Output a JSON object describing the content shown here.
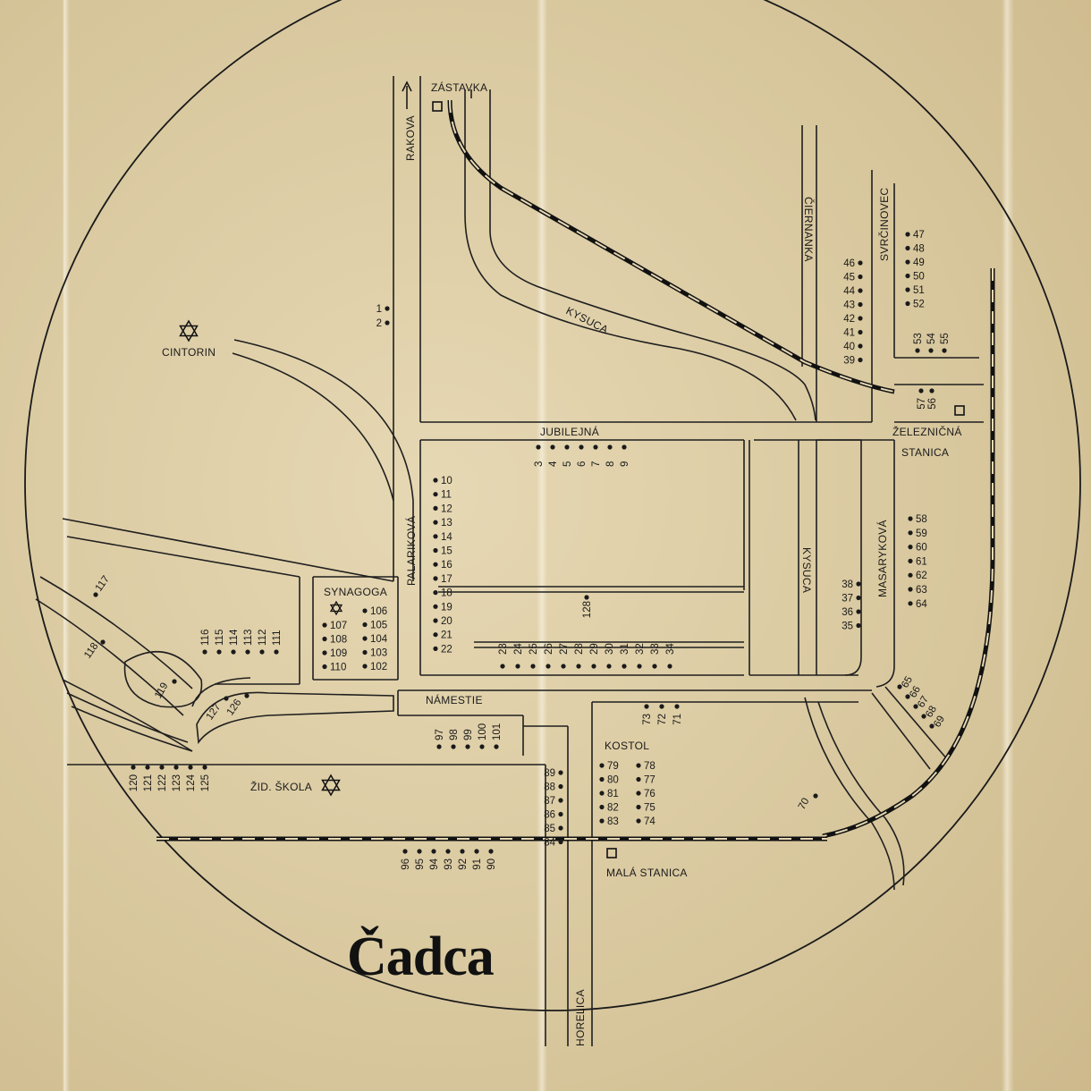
{
  "title": "Čadca",
  "labels": {
    "zastavka": "ZÁSTAVKA",
    "rakova": "RAKOVA",
    "kysuca_upper": "KYSUCA",
    "kysuca_lower": "KYSUCA",
    "ciernanka": "ČIERNANKA",
    "svrcinovec": "SVRČINOVEC",
    "cintorin": "CINTORIN",
    "jubilejna": "JUBILEJNÁ",
    "zeleznicna": "ŽELEZNIČNÁ",
    "stanica": "STANICA",
    "palarikova": "PALARIKOVÁ",
    "synagoga": "SYNAGOGA",
    "masarykova": "MASARYKOVÁ",
    "namestie": "NÁMESTIE",
    "kostol": "KOSTOL",
    "zid_skola": "ŽID. ŠKOLA",
    "mala_stanica": "MALÁ STANICA",
    "horelica": "HORELICA"
  },
  "colors": {
    "ink": "#1a1a1a",
    "paper": "#d9c9a0"
  },
  "markers": [
    {
      "label": "1"
    },
    {
      "label": "2"
    },
    {
      "label": "3"
    },
    {
      "label": "4"
    },
    {
      "label": "5"
    },
    {
      "label": "6"
    },
    {
      "label": "7"
    },
    {
      "label": "8"
    },
    {
      "label": "9"
    },
    {
      "label": "10"
    },
    {
      "label": "11"
    },
    {
      "label": "12"
    },
    {
      "label": "13"
    },
    {
      "label": "14"
    },
    {
      "label": "15"
    },
    {
      "label": "16"
    },
    {
      "label": "17"
    },
    {
      "label": "18"
    },
    {
      "label": "19"
    },
    {
      "label": "20"
    },
    {
      "label": "21"
    },
    {
      "label": "22"
    },
    {
      "label": "23"
    },
    {
      "label": "24"
    },
    {
      "label": "25"
    },
    {
      "label": "26"
    },
    {
      "label": "27"
    },
    {
      "label": "28"
    },
    {
      "label": "29"
    },
    {
      "label": "30"
    },
    {
      "label": "31"
    },
    {
      "label": "32"
    },
    {
      "label": "33"
    },
    {
      "label": "34"
    },
    {
      "label": "35"
    },
    {
      "label": "36"
    },
    {
      "label": "37"
    },
    {
      "label": "38"
    },
    {
      "label": "39"
    },
    {
      "label": "40"
    },
    {
      "label": "41"
    },
    {
      "label": "42"
    },
    {
      "label": "43"
    },
    {
      "label": "44"
    },
    {
      "label": "45"
    },
    {
      "label": "46"
    },
    {
      "label": "47"
    },
    {
      "label": "48"
    },
    {
      "label": "49"
    },
    {
      "label": "50"
    },
    {
      "label": "51"
    },
    {
      "label": "52"
    },
    {
      "label": "53"
    },
    {
      "label": "54"
    },
    {
      "label": "55"
    },
    {
      "label": "56"
    },
    {
      "label": "57"
    },
    {
      "label": "58"
    },
    {
      "label": "59"
    },
    {
      "label": "60"
    },
    {
      "label": "61"
    },
    {
      "label": "62"
    },
    {
      "label": "63"
    },
    {
      "label": "64"
    },
    {
      "label": "65"
    },
    {
      "label": "66"
    },
    {
      "label": "67"
    },
    {
      "label": "68"
    },
    {
      "label": "69"
    },
    {
      "label": "70"
    },
    {
      "label": "71"
    },
    {
      "label": "72"
    },
    {
      "label": "73"
    },
    {
      "label": "74"
    },
    {
      "label": "75"
    },
    {
      "label": "76"
    },
    {
      "label": "77"
    },
    {
      "label": "78"
    },
    {
      "label": "79"
    },
    {
      "label": "80"
    },
    {
      "label": "81"
    },
    {
      "label": "82"
    },
    {
      "label": "83"
    },
    {
      "label": "84"
    },
    {
      "label": "85"
    },
    {
      "label": "86"
    },
    {
      "label": "87"
    },
    {
      "label": "88"
    },
    {
      "label": "89"
    },
    {
      "label": "90"
    },
    {
      "label": "91"
    },
    {
      "label": "92"
    },
    {
      "label": "93"
    },
    {
      "label": "94"
    },
    {
      "label": "95"
    },
    {
      "label": "96"
    },
    {
      "label": "97"
    },
    {
      "label": "98"
    },
    {
      "label": "99"
    },
    {
      "label": "100"
    },
    {
      "label": "101"
    },
    {
      "label": "102"
    },
    {
      "label": "103"
    },
    {
      "label": "104"
    },
    {
      "label": "105"
    },
    {
      "label": "106"
    },
    {
      "label": "107"
    },
    {
      "label": "108"
    },
    {
      "label": "109"
    },
    {
      "label": "110"
    },
    {
      "label": "111"
    },
    {
      "label": "112"
    },
    {
      "label": "113"
    },
    {
      "label": "114"
    },
    {
      "label": "115"
    },
    {
      "label": "116"
    },
    {
      "label": "117"
    },
    {
      "label": "118"
    },
    {
      "label": "119"
    },
    {
      "label": "120"
    },
    {
      "label": "121"
    },
    {
      "label": "122"
    },
    {
      "label": "123"
    },
    {
      "label": "124"
    },
    {
      "label": "125"
    },
    {
      "label": "126"
    },
    {
      "label": "127"
    },
    {
      "label": "128"
    }
  ]
}
